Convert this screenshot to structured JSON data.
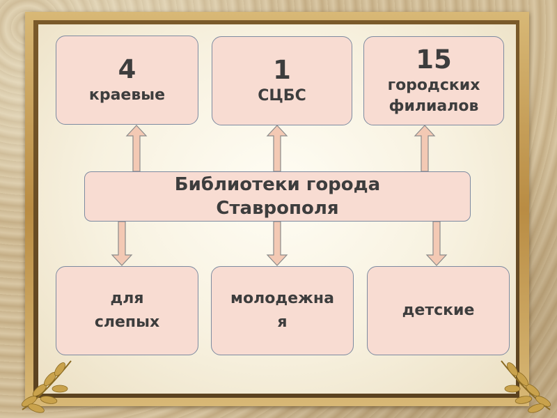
{
  "center": {
    "line1": "Библиотеки города",
    "line2": "Ставрополя"
  },
  "top_boxes": [
    {
      "number": "4",
      "label1": "краевые",
      "label2": ""
    },
    {
      "number": "1",
      "label1": "СЦБС",
      "label2": ""
    },
    {
      "number": "15",
      "label1": "городских",
      "label2": "филиалов"
    }
  ],
  "bottom_boxes": [
    {
      "label1": "для",
      "label2": "слепых"
    },
    {
      "label1": "молодежна",
      "label2": "я"
    },
    {
      "label1": "детские",
      "label2": ""
    }
  ],
  "colors": {
    "box_fill": "#f8dcd2",
    "box_border": "#7d8aa0",
    "text": "#3d3d3d",
    "arrow_fill": "#f3c9b4",
    "arrow_stroke": "#8a8a8a"
  }
}
